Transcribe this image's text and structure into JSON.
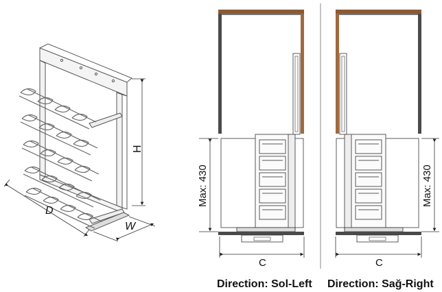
{
  "iso_view": {
    "labels": {
      "height": "H",
      "depth": "D",
      "width": "W"
    }
  },
  "left_view": {
    "dim_height": "Max: 430",
    "dim_width": "C",
    "caption": "Direction: Sol-Left"
  },
  "right_view": {
    "dim_height": "Max: 430",
    "dim_width": "C",
    "caption": "Direction: Sağ-Right"
  },
  "colors": {
    "cabinet_dark": "#4a4a4a",
    "cabinet_wood": "#a06a3e",
    "cabinet_top": "#8b5a33",
    "line": "#222222",
    "wire": "#555555"
  }
}
